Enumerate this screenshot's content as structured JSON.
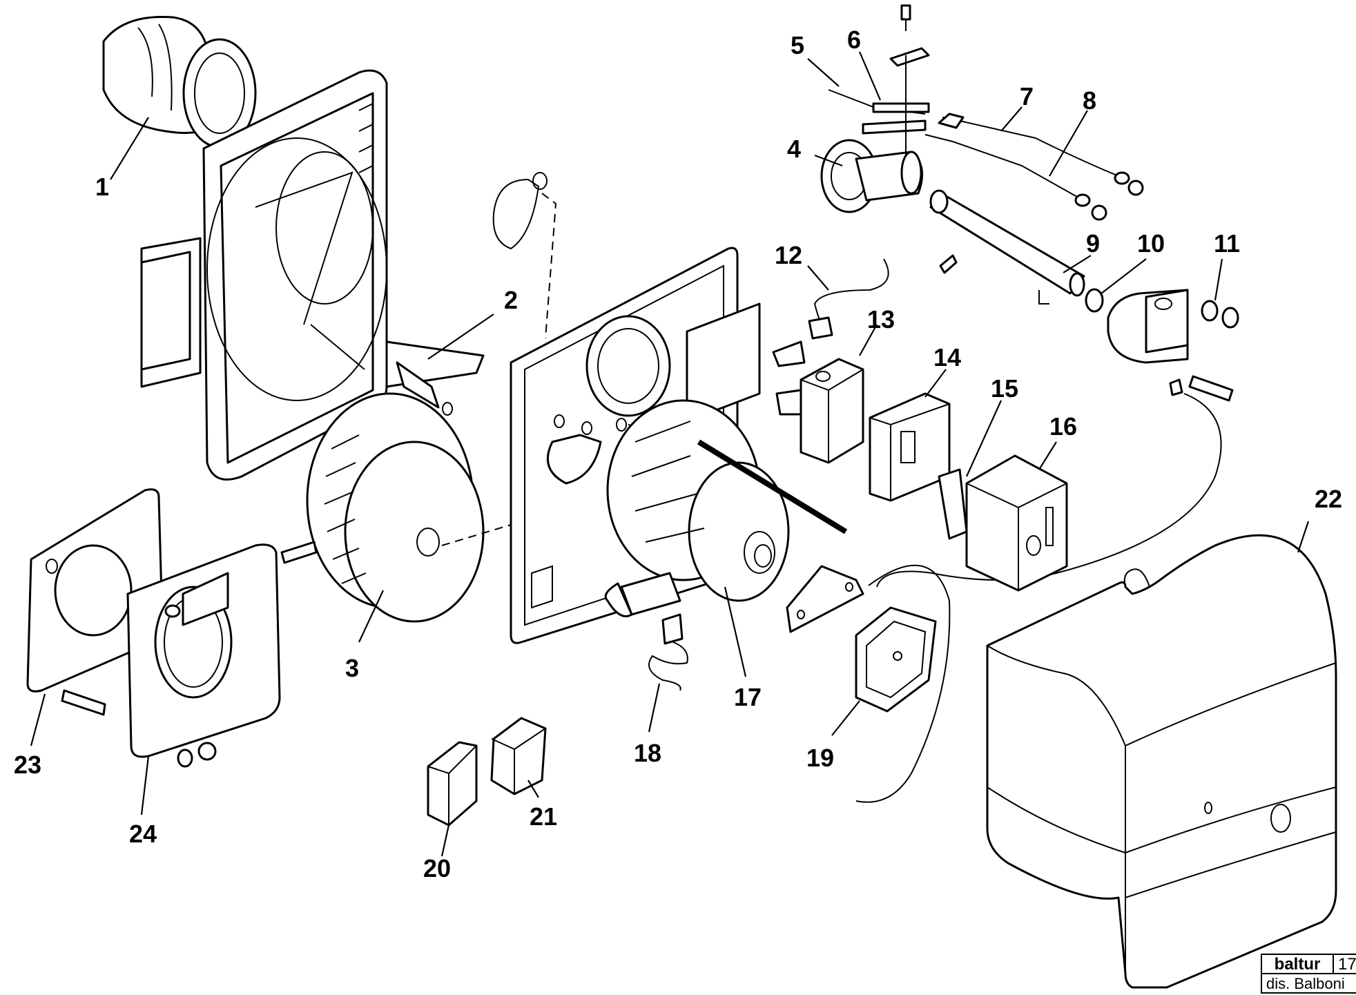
{
  "diagram": {
    "callouts": [
      "1",
      "2",
      "3",
      "4",
      "5",
      "6",
      "7",
      "8",
      "9",
      "10",
      "11",
      "12",
      "13",
      "14",
      "15",
      "16",
      "17",
      "18",
      "19",
      "20",
      "21",
      "22",
      "23",
      "24"
    ]
  },
  "title_block": {
    "brand": "baltur",
    "code": "17",
    "author": "dis. Balboni"
  }
}
